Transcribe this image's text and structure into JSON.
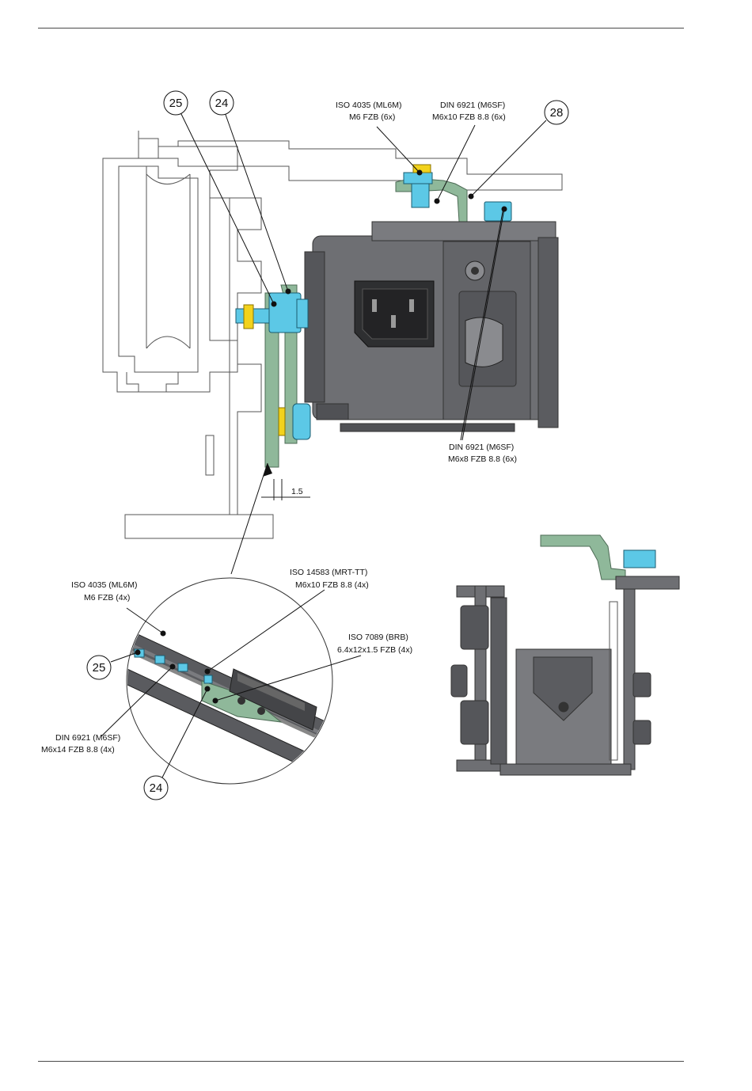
{
  "colors": {
    "part_gray": "#6e6f73",
    "part_dark": "#4e4f53",
    "bracket_green": "#8fb89a",
    "bolt_blue": "#5cc8e6",
    "washer_yellow": "#f2d21c",
    "outline": "#555555"
  },
  "callouts": {
    "c25_top": "25",
    "c24_top": "24",
    "c28": "28",
    "c25_detail": "25",
    "c24_detail": "24"
  },
  "labels": {
    "top_nut_l1": "ISO 4035 (ML6M)",
    "top_nut_l2": "M6 FZB (6x)",
    "top_screw_l1": "DIN 6921 (M6SF)",
    "top_screw_l2": "M6x10 FZB 8.8 (6x)",
    "right_screw_l1": "DIN 6921 (M6SF)",
    "right_screw_l2": "M6x8 FZB 8.8 (6x)",
    "dimension": "1.5",
    "detail_nut_l1": "ISO 4035 (ML6M)",
    "detail_nut_l2": "M6 FZB (4x)",
    "detail_screw_l1": "ISO 14583 (MRT-TT)",
    "detail_screw_l2": "M6x10 FZB 8.8 (4x)",
    "detail_washer_l1": "ISO 7089 (BRB)",
    "detail_washer_l2": "6.4x12x1.5 FZB (4x)",
    "detail_bolt_l1": "DIN 6921 (M6SF)",
    "detail_bolt_l2": "M6x14 FZB 8.8 (4x)"
  }
}
